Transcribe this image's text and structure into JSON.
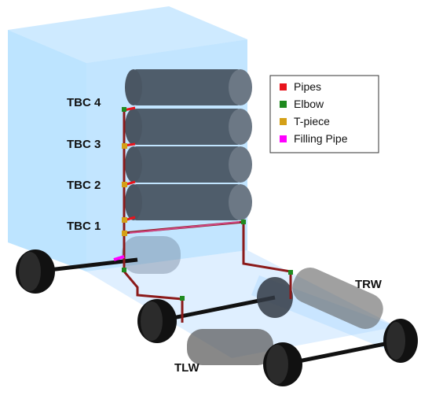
{
  "labels": {
    "tbc4": "TBC 4",
    "tbc3": "TBC 3",
    "tbc2": "TBC 2",
    "tbc1": "TBC 1",
    "trw": "TRW",
    "tlw": "TLW"
  },
  "legend": {
    "items": [
      {
        "label": "Pipes",
        "color": "#e8141c"
      },
      {
        "label": "Elbow",
        "color": "#1f8a1f"
      },
      {
        "label": "T-piece",
        "color": "#d4a017"
      },
      {
        "label": "Filling Pipe",
        "color": "#ff00ff"
      }
    ]
  },
  "colors": {
    "box": "#8fd0ff",
    "cylinder": "#3f4a57",
    "wheel": "#222222",
    "pipe": "#e8141c",
    "elbow": "#1f8a1f",
    "tpiece": "#d4a017",
    "filling": "#ff00ff"
  }
}
